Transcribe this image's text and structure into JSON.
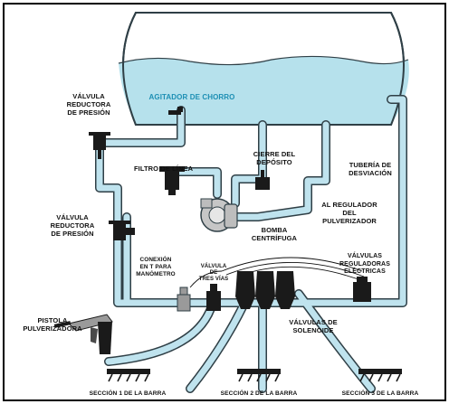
{
  "labels": {
    "agitator": "AGITADOR DE CHORRO",
    "valve_top": "VÁLVULA\nREDUCTORA\nDE PRESIÓN",
    "line_filter": "FILTRO DE LÍNEA",
    "tank_shutoff": "CIERRE DEL\nDEPÓSITO",
    "bypass_line": "TUBERÍA DE\nDESVIACIÓN",
    "to_regulator": "AL REGULADOR\nDEL\nPULVERIZADOR",
    "valve_left": "VÁLVULA\nREDUCTORA\nDE PRESIÓN",
    "pump": "BOMBA\nCENTRÍFUGA",
    "gauge_connection": "CONEXIÓN\nEN T PARA\nMANÓMETRO",
    "three_way_valve": "VÁLVULA\nDE\nTRES VÍAS",
    "electric_valves": "VÁLVULAS\nREGULADORAS\nELÉCTRICAS",
    "spray_gun": "PISTOLA\nPULVERIZADORA",
    "solenoid_valves": "VÁLVULAS DE\nSOLENOIDE",
    "boom_1": "SECCIÓN 1 DE LA BARRA",
    "boom_2": "SECCIÓN 2 DE LA BARRA",
    "boom_3": "SECCIÓN 3 DE LA BARRA"
  },
  "colors": {
    "pipe": "#bfe3ee",
    "pipe_outline": "#2f3f46",
    "liquid": "#b6e1ec",
    "component": "#1a1a1a",
    "pump": "#c6c6c6",
    "accent_text": "#1d8fb4"
  }
}
